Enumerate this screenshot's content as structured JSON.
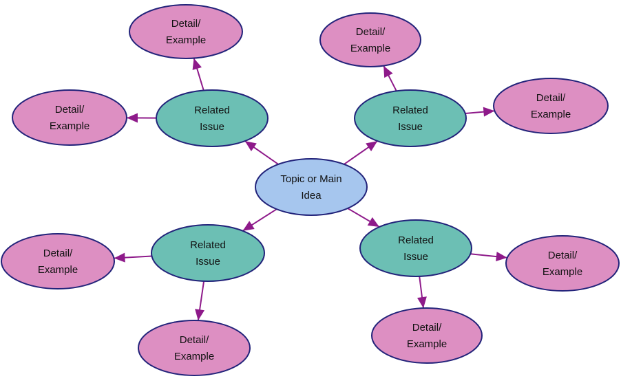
{
  "diagram": {
    "center": {
      "lines": [
        "Topic or Main",
        "Idea"
      ],
      "color": "#a6c6ee"
    },
    "issues": [
      {
        "lines": [
          "Related",
          "Issue"
        ]
      },
      {
        "lines": [
          "Related",
          "Issue"
        ]
      },
      {
        "lines": [
          "Related",
          "Issue"
        ]
      },
      {
        "lines": [
          "Related",
          "Issue"
        ]
      }
    ],
    "details": [
      {
        "lines": [
          "Detail/",
          "Example"
        ]
      },
      {
        "lines": [
          "Detail/",
          "Example"
        ]
      },
      {
        "lines": [
          "Detail/",
          "Example"
        ]
      },
      {
        "lines": [
          "Detail/",
          "Example"
        ]
      },
      {
        "lines": [
          "Detail/",
          "Example"
        ]
      },
      {
        "lines": [
          "Detail/",
          "Example"
        ]
      },
      {
        "lines": [
          "Detail/",
          "Example"
        ]
      },
      {
        "lines": [
          "Detail/",
          "Example"
        ]
      }
    ],
    "colors": {
      "issue_fill": "#6cbfb4",
      "detail_fill": "#dd8fc2",
      "outline": "#22237a",
      "connector": "#8e1a8a"
    }
  }
}
